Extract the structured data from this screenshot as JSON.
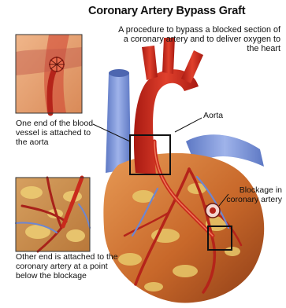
{
  "title": "Coronary Artery Bypass Graft",
  "subtitle": "A procedure to bypass a blocked section of a coronary artery and to deliver oxygen to the heart",
  "labels": {
    "aorta": "Aorta",
    "blockage": "Blockage in coronary artery"
  },
  "captions": {
    "top_inset": "One end of the blood vessel is attached to the aorta",
    "bottom_inset": "Other end is attached to the coronary artery at a point below the blockage"
  },
  "colors": {
    "heart_muscle": "#c8682a",
    "artery_red": "#cc2b1e",
    "vein_blue": "#7c95d8",
    "fat_yellow": "#e8c96a"
  }
}
